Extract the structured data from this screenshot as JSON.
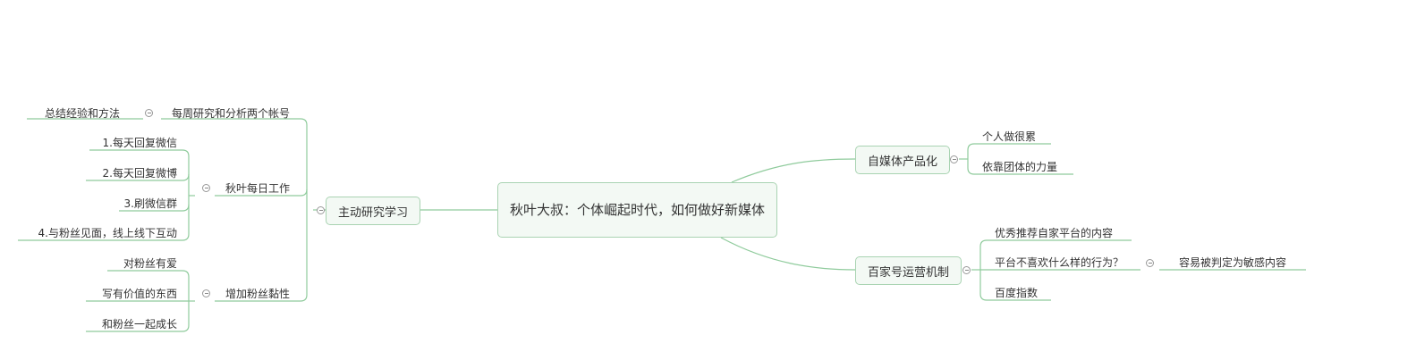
{
  "mindmap": {
    "root": "秋叶大叔：个体崛起时代，如何做好新媒体",
    "colors": {
      "line": "#8fcb9c",
      "node_fill": "#f3f9f4",
      "node_border": "#a9d3b2",
      "text": "#333333"
    },
    "left": {
      "topic": "主动研究学习",
      "children": [
        {
          "label": "每周研究和分析两个帐号",
          "children": [
            "总结经验和方法"
          ]
        },
        {
          "label": "秋叶每日工作",
          "children": [
            "1.每天回复微信",
            "2.每天回复微博",
            "3.刷微信群",
            "4.与粉丝见面，线上线下互动"
          ]
        },
        {
          "label": "增加粉丝黏性",
          "children": [
            "对粉丝有爱",
            "写有价值的东西",
            "和粉丝一起成长"
          ]
        }
      ]
    },
    "right": [
      {
        "topic": "自媒体产品化",
        "children": [
          {
            "label": "个人做很累"
          },
          {
            "label": "依靠团体的力量"
          }
        ]
      },
      {
        "topic": "百家号运营机制",
        "children": [
          {
            "label": "优秀推荐自家平台的内容"
          },
          {
            "label": "平台不喜欢什么样的行为？",
            "children": [
              "容易被判定为敏感内容"
            ]
          },
          {
            "label": "百度指数"
          }
        ]
      }
    ]
  }
}
